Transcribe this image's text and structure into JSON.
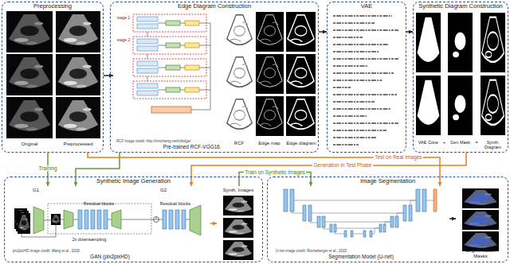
{
  "diagram": {
    "nodes": [
      {
        "text": [
          "Preprocessing"
        ]
      },
      {
        "text": [
          "Edge Diagram Construction"
        ]
      },
      {
        "text": [
          "RCF image credit: http://mmcheng.net/rcfedge/",
          "Pre-trained RCF-VGG16"
        ],
        "in": 1
      },
      {
        "text": [
          "VAE"
        ]
      },
      {
        "text": [
          "Synthetic Diagram Construction"
        ]
      },
      {
        "text": [
          "Synthetic Image Generation"
        ]
      },
      {
        "text": [
          "pix2pixHD image credit: Wang et al., 2018",
          "GAN (pix2pixHD)"
        ],
        "in": 5
      },
      {
        "text": [
          "Synth. Images"
        ],
        "in": 5
      },
      {
        "text": [
          "Image Segmentation"
        ]
      },
      {
        "text": [
          "U-net image credit: Ronneberger et al., 2015",
          "Segmentation Model (U-net)"
        ],
        "in": 8
      },
      {
        "text": [
          "Segmentation Masks"
        ],
        "in": 8
      }
    ],
    "edges": [
      {
        "from": 0,
        "to": 2,
        "arrow": "to"
      },
      {
        "from": 1,
        "to": 3,
        "arrow": "to"
      },
      {
        "from": 3,
        "to": 4,
        "arrow": "to"
      },
      {
        "from": 0,
        "to": 6,
        "label": "Training",
        "arrow": "to"
      },
      {
        "from": 1,
        "to": 6,
        "arrow": "to"
      },
      {
        "from": 4,
        "to": 6,
        "label": "Generation in Test Phase",
        "arrow": "to"
      },
      {
        "from": 6,
        "to": 7,
        "arrow": "to"
      },
      {
        "from": 7,
        "to": 9,
        "label": "Train on Synthetic Images",
        "arrow": "to"
      },
      {
        "from": 0,
        "to": 9,
        "label": "Test on Real Images",
        "arrow": "to"
      },
      {
        "from": 9,
        "to": 10,
        "arrow": "to"
      }
    ],
    "labels": [
      "Original",
      "Preprocessed",
      "stage 1",
      "stage 2",
      "RCF",
      "Edge map",
      "Edge diagram",
      "VAE Cone",
      "+",
      "Gen Mask",
      "=",
      "Synth. Diagram",
      "G1",
      "G2",
      "Residual blocks",
      "2x downsampling",
      "Residual blocks"
    ]
  }
}
